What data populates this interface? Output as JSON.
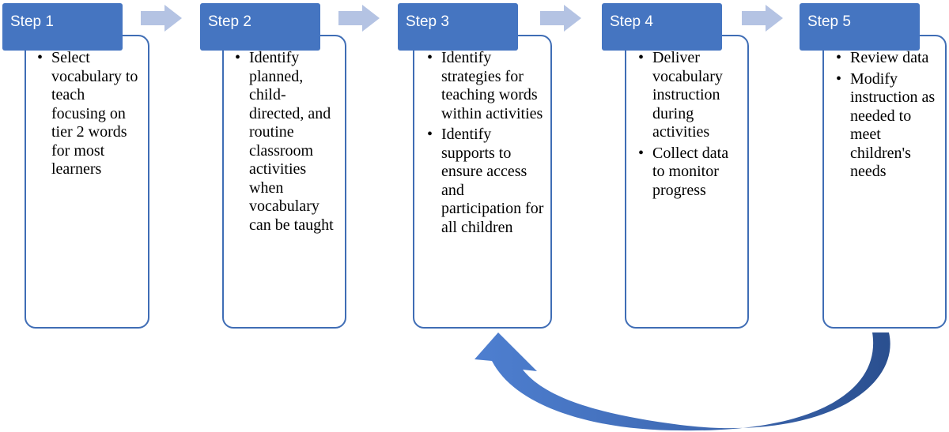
{
  "colors": {
    "header_fill": "#4575c1",
    "box_border": "#3f6db5",
    "chevron_fill": "#b4c3e3",
    "loop_arrow_light": "#4e7fd0",
    "loop_arrow_dark": "#2a4f8f"
  },
  "steps": [
    {
      "label": "Step 1",
      "items": [
        "Select vocabulary to teach focusing on tier 2 words for most learners"
      ]
    },
    {
      "label": "Step 2",
      "items": [
        "Identify planned, child-directed, and routine classroom activities when vocabulary can be taught"
      ]
    },
    {
      "label": "Step 3",
      "items": [
        "Identify strategies for teaching words within activities",
        "Identify supports to ensure access and participation for all children"
      ]
    },
    {
      "label": "Step 4",
      "items": [
        "Deliver vocabulary instruction during activities",
        "Collect data to monitor progress"
      ]
    },
    {
      "label": "Step 5",
      "items": [
        "Review data",
        "Modify instruction as needed to meet children's needs"
      ]
    }
  ],
  "bullet_glyph": "•"
}
